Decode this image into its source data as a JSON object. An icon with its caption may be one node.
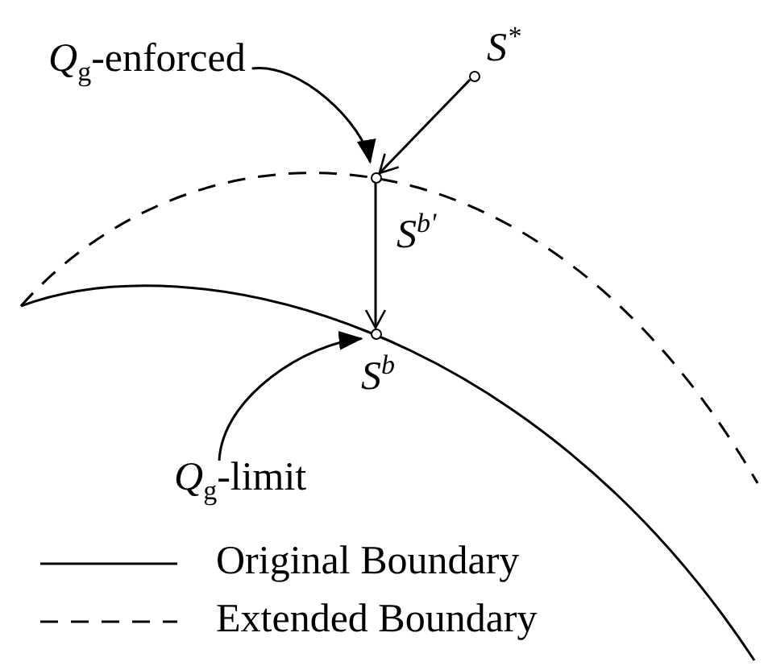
{
  "diagram": {
    "nodes": [
      {
        "text": [
          "*Q*$_{g}$-enforced"
        ]
      },
      {
        "text": [],
        "shape": "circle"
      },
      {
        "text": [],
        "shape": "circle"
      },
      {
        "text": [],
        "shape": "circle"
      },
      {
        "text": [
          "*Q*$_{g}$-limit"
        ]
      }
    ],
    "edges": [
      {
        "from": 1,
        "to": 2,
        "arrow": "to"
      },
      {
        "from": 2,
        "to": 3,
        "arrow": "to"
      },
      {
        "from": 0,
        "to": 2,
        "arrow": "to"
      },
      {
        "from": 4,
        "to": 3,
        "arrow": "to"
      }
    ],
    "labels": [
      "*S*$^{*}$",
      "*S*$^{b'}$",
      "*S*$^{b}$"
    ],
    "legend": [
      {
        "text": "Original Boundary"
      },
      {
        "text": "Extended Boundary"
      }
    ]
  }
}
